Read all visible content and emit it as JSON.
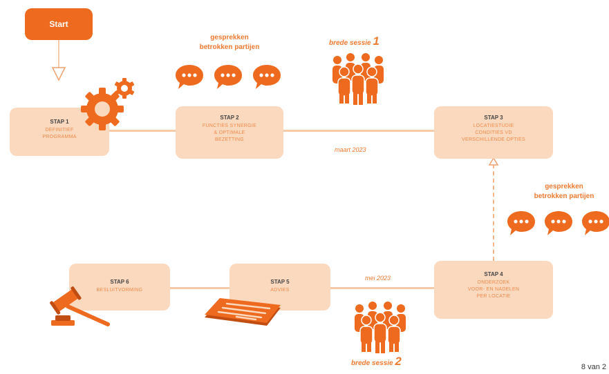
{
  "start": {
    "label": "Start"
  },
  "steps": [
    {
      "title": "STAP 1",
      "desc": [
        "DEFINITIEF",
        "PROGRAMMA"
      ]
    },
    {
      "title": "STAP 2",
      "desc": [
        "FUNCTIES SYNERGIE",
        "& OPTIMALE",
        "BEZETTING"
      ]
    },
    {
      "title": "STAP 3",
      "desc": [
        "LOCATIESTUDIE",
        "CONDITIES VD",
        "VERSCHILLENDE OPTIES"
      ]
    },
    {
      "title": "STAP 4",
      "desc": [
        "ONDERZOEK",
        "VOOR- EN NADELEN",
        "PER LOCATIE"
      ]
    },
    {
      "title": "STAP 5",
      "desc": [
        "ADVIES"
      ]
    },
    {
      "title": "STAP 6",
      "desc": [
        "BESLUITVORMING"
      ]
    }
  ],
  "talks_top": {
    "line1": "gesprekken",
    "line2": "betrokken partijen"
  },
  "talks_right": {
    "line1": "gesprekken",
    "line2": "betrokken partijen"
  },
  "session1": {
    "prefix": "brede sessie ",
    "num": "1"
  },
  "session2": {
    "prefix": "brede sessie ",
    "num": "2"
  },
  "date_top": "maart 2023",
  "date_bottom": "mei 2023",
  "page_number": "8 van 2",
  "colors": {
    "accent": "#ee6a1e",
    "box": "#fbd9bf",
    "line": "#f6c9a7"
  },
  "icons": [
    "gears-icon",
    "speech-bubble-icon",
    "group-people-icon",
    "document-icon",
    "gavel-icon",
    "arrow-down-icon",
    "arrow-up-icon"
  ]
}
